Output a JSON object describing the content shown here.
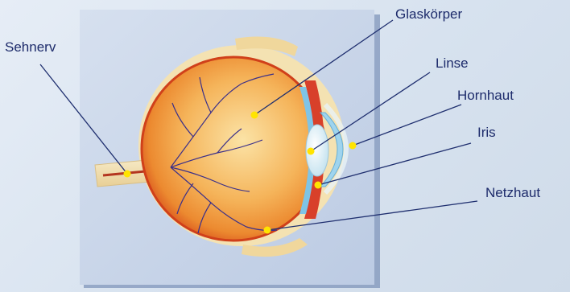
{
  "diagram": {
    "labels": {
      "sehnerv": "Sehnerv",
      "glaskoerper": "Glaskörper",
      "linse": "Linse",
      "hornhaut": "Hornhaut",
      "iris": "Iris",
      "netzhaut": "Netzhaut"
    },
    "colors": {
      "background": "#dbe4ef",
      "panel": "#c9d6ea",
      "panel_shadow": "#5e78a8",
      "sclera": "#f4e2b2",
      "eyeball": "#f0a040",
      "eyeball_edge": "#d0401a",
      "vessels": "#3a2f8a",
      "cornea": "#7fc4e6",
      "lens": "#e8f2f6",
      "leader_line": "#1f2f6f",
      "marker": "#ffe400",
      "label_text": "#1d2b6b"
    }
  }
}
